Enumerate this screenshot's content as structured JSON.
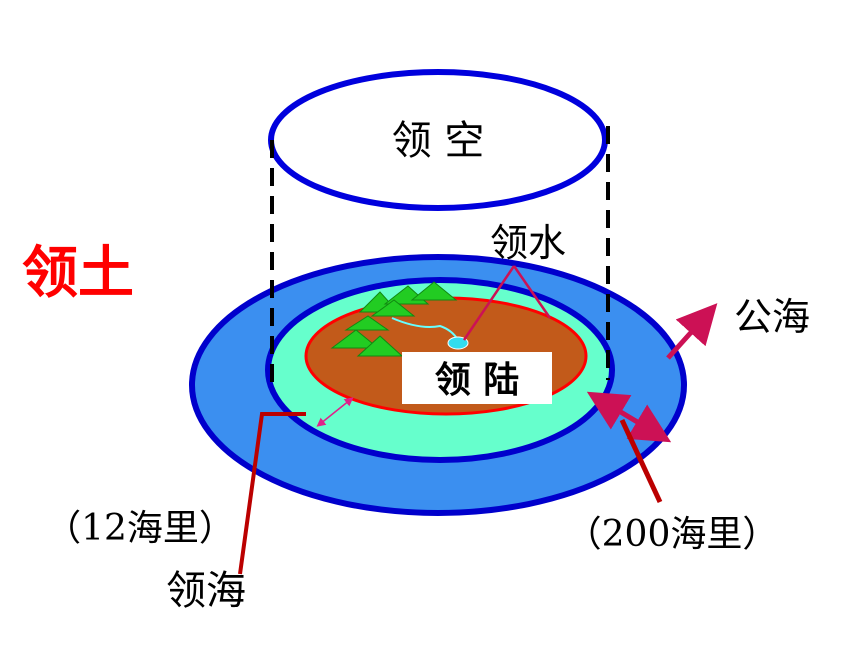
{
  "title": "领土",
  "labels": {
    "airspace": "领 空",
    "land": "领 陆",
    "inland_water": "领水",
    "high_seas": "公海",
    "territorial_sea": "领海",
    "twelve_nm": "（12海里）",
    "two_hundred_nm": "（200海里）"
  },
  "colors": {
    "title": "#ff0000",
    "outline_blue": "#0000cc",
    "outer_sea": "#3b8ff0",
    "inner_sea": "#66ffcc",
    "land": "#c25a1a",
    "land_border": "#ff0000",
    "mountain": "#22cc22",
    "pointer": "#cc1155",
    "dark_red_line": "#bb0000"
  }
}
